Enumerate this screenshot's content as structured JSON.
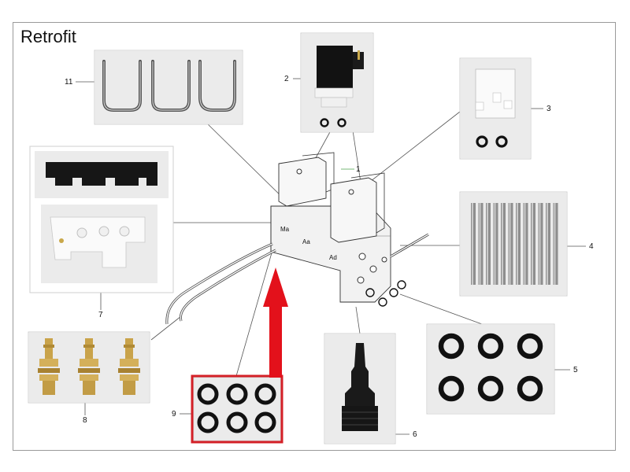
{
  "title": "Retrofit",
  "callouts": [
    "1",
    "2",
    "3",
    "4",
    "5",
    "6",
    "7",
    "8",
    "9",
    "11"
  ],
  "valve_labels": [
    "Ma",
    "Aa",
    "Ad"
  ],
  "highlight": {
    "frame_color": "#d42027",
    "arrow_color": "#e3111b"
  }
}
